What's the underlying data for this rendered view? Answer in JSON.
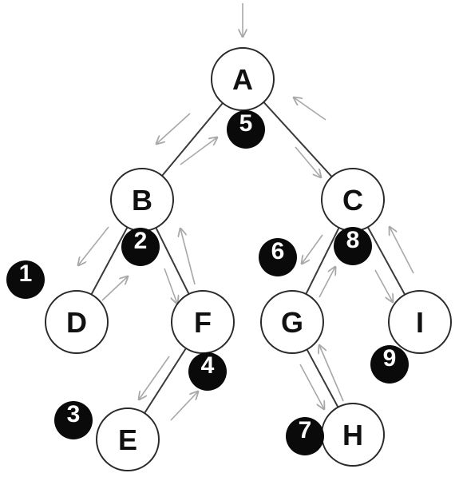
{
  "nodes": [
    {
      "id": "A",
      "label": "A"
    },
    {
      "id": "B",
      "label": "B"
    },
    {
      "id": "C",
      "label": "C"
    },
    {
      "id": "D",
      "label": "D"
    },
    {
      "id": "F",
      "label": "F"
    },
    {
      "id": "G",
      "label": "G"
    },
    {
      "id": "I",
      "label": "I"
    },
    {
      "id": "E",
      "label": "E"
    },
    {
      "id": "H",
      "label": "H"
    }
  ],
  "edges": [
    {
      "from": "A",
      "to": "B"
    },
    {
      "from": "A",
      "to": "C"
    },
    {
      "from": "B",
      "to": "D"
    },
    {
      "from": "B",
      "to": "F"
    },
    {
      "from": "F",
      "to": "E"
    },
    {
      "from": "C",
      "to": "G"
    },
    {
      "from": "C",
      "to": "I"
    },
    {
      "from": "G",
      "to": "H"
    }
  ],
  "order_badges": [
    {
      "value": "1",
      "node": "D"
    },
    {
      "value": "2",
      "node": "B"
    },
    {
      "value": "3",
      "node": "E"
    },
    {
      "value": "4",
      "node": "F"
    },
    {
      "value": "5",
      "node": "A"
    },
    {
      "value": "6",
      "node": "G"
    },
    {
      "value": "7",
      "node": "H"
    },
    {
      "value": "8",
      "node": "C"
    },
    {
      "value": "9",
      "node": "I"
    }
  ],
  "colors": {
    "node_fill": "#ffffff",
    "node_stroke": "#2a2a2a",
    "badge_fill": "#0a0a0a",
    "badge_text": "#ffffff",
    "traversal_arrows": "#a8a8a8"
  }
}
